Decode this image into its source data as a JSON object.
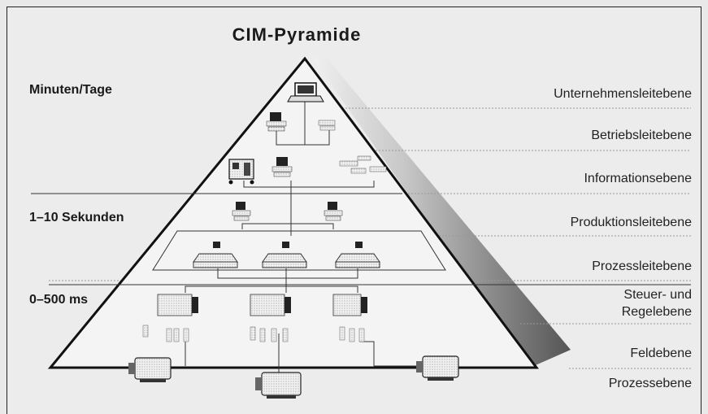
{
  "title": "CIM-Pyramide",
  "time_scales": {
    "minutes_days": "Minuten/Tage",
    "seconds": "1–10 Sekunden",
    "milliseconds": "0–500 ms"
  },
  "levels": [
    {
      "label": "Unternehmensleitebene"
    },
    {
      "label": "Betriebsleitebene"
    },
    {
      "label": "Informationsebene"
    },
    {
      "label": "Produktionsleitebene"
    },
    {
      "label": "Prozessleitebene"
    },
    {
      "label": "Steuer- und",
      "label2": "Regelebene"
    },
    {
      "label": "Feldebene"
    },
    {
      "label": "Prozessebene"
    }
  ]
}
